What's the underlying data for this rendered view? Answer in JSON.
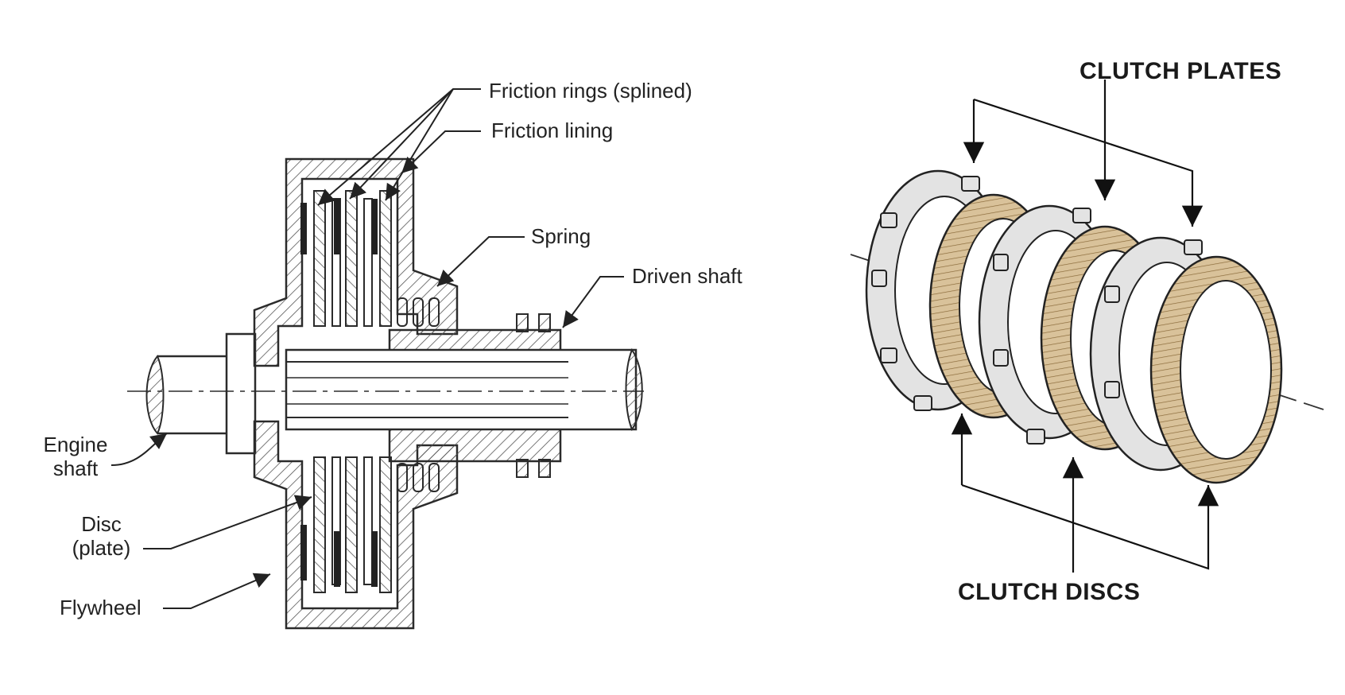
{
  "left_diagram": {
    "labels": {
      "friction_rings": "Friction rings (splined)",
      "friction_lining": "Friction lining",
      "spring": "Spring",
      "driven_shaft": "Driven shaft",
      "engine_shaft_line1": "Engine",
      "engine_shaft_line2": "shaft",
      "disc_line1": "Disc",
      "disc_line2": "(plate)",
      "flywheel": "Flywheel"
    }
  },
  "right_diagram": {
    "labels": {
      "clutch_plates": "CLUTCH PLATES",
      "clutch_discs": "CLUTCH DISCS"
    }
  },
  "colors": {
    "line": "#2b2b2b",
    "hatch": "#555555",
    "plate_steel": "#e3e3e3",
    "disc_friction": "#d9c29a",
    "disc_friction_stripe": "#8a6a3a"
  }
}
